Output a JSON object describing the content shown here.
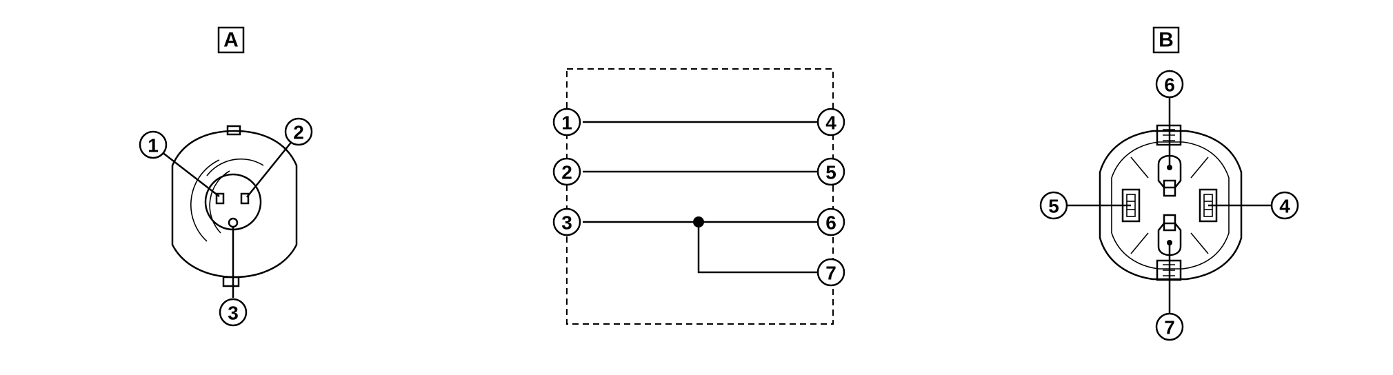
{
  "connector_a": {
    "label": "A",
    "pins": [
      "1",
      "2",
      "3"
    ]
  },
  "connector_b": {
    "label": "B",
    "pins": [
      "6",
      "5",
      "4",
      "7"
    ]
  },
  "schematic": {
    "left_pins": [
      "1",
      "2",
      "3"
    ],
    "right_pins": [
      "4",
      "5",
      "6",
      "7"
    ]
  }
}
